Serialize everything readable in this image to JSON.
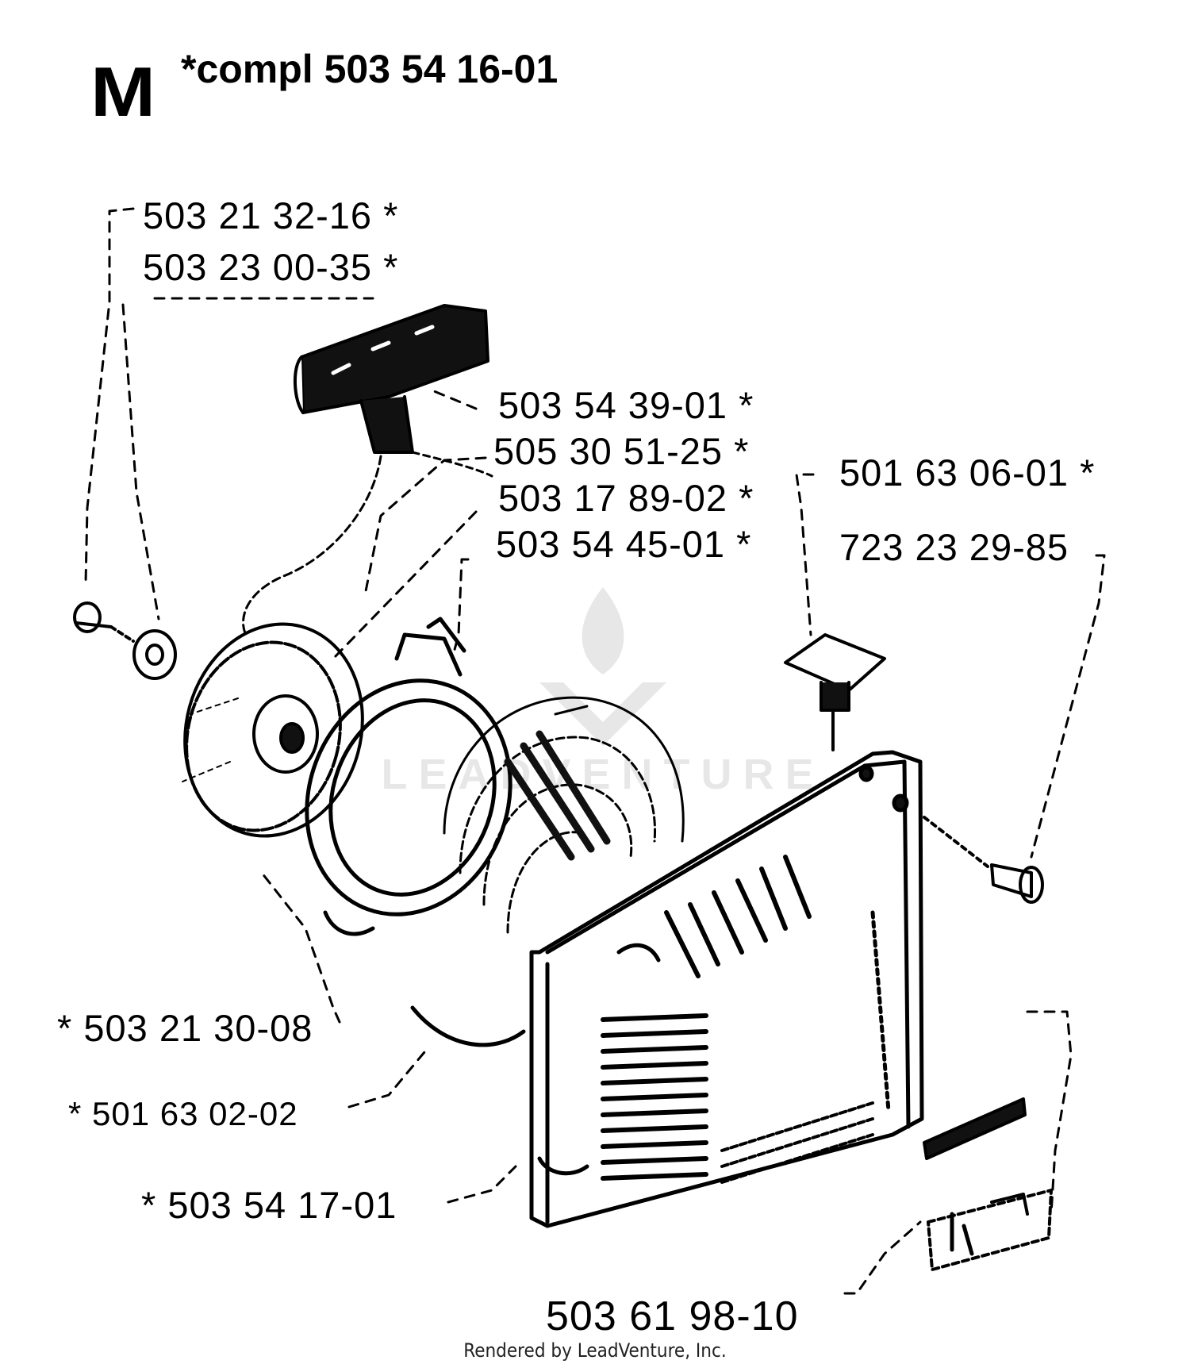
{
  "header": {
    "section_letter": "M",
    "title": "*compl 503 54 16-01"
  },
  "callouts": [
    {
      "id": "c1",
      "text": "503 21 32-16 *"
    },
    {
      "id": "c2",
      "text": "503 23 00-35 *"
    },
    {
      "id": "c3",
      "text": "503 54 39-01 *"
    },
    {
      "id": "c4",
      "text": "505 30 51-25 *"
    },
    {
      "id": "c5",
      "text": "503 17 89-02 *"
    },
    {
      "id": "c6",
      "text": "503 54 45-01 *"
    },
    {
      "id": "c7",
      "text": "501 63 06-01 *"
    },
    {
      "id": "c8",
      "text": "723 23 29-85"
    },
    {
      "id": "c9",
      "text": "* 503 21 30-08"
    },
    {
      "id": "c10",
      "text": "* 501 63 02-02"
    },
    {
      "id": "c11",
      "text": "* 503 54 17-01"
    },
    {
      "id": "c12",
      "text": "503 61 98-10"
    }
  ],
  "watermark": {
    "text": "LEADVENTURE"
  },
  "footer": {
    "text": "Rendered by LeadVenture, Inc."
  }
}
